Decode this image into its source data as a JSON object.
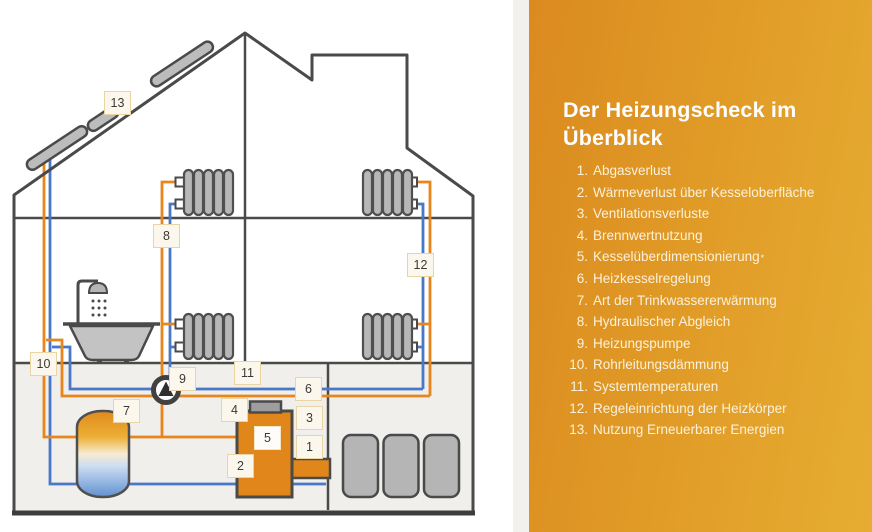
{
  "panel": {
    "title_line1": "Der Heizungscheck im",
    "title_line2": "Überblick",
    "footnote_mark": "*",
    "items": [
      {
        "num": "1.",
        "label": "Abgasverlust"
      },
      {
        "num": "2.",
        "label": "Wärmeverlust über Kesseloberfläche"
      },
      {
        "num": "3.",
        "label": "Ventilationsverluste"
      },
      {
        "num": "4.",
        "label": "Brennwertnutzung"
      },
      {
        "num": "5.",
        "label": "Kesselüberdimensionierung"
      },
      {
        "num": "6.",
        "label": "Heizkesselregelung"
      },
      {
        "num": "7.",
        "label": "Art der Trinkwassererwärmung"
      },
      {
        "num": "8.",
        "label": "Hydraulischer Abgleich"
      },
      {
        "num": "9.",
        "label": "Heizungspumpe"
      },
      {
        "num": "10.",
        "label": "Rohrleitungsdämmung"
      },
      {
        "num": "11.",
        "label": "Systemtemperaturen"
      },
      {
        "num": "12.",
        "label": "Regeleinrichtung der Heizkörper"
      },
      {
        "num": "13.",
        "label": "Nutzung Erneuerbarer Energien"
      }
    ]
  },
  "diagram": {
    "labels": [
      "1",
      "2",
      "3",
      "4",
      "5",
      "6",
      "7",
      "8",
      "9",
      "10",
      "11",
      "12",
      "13"
    ],
    "colors": {
      "hot_pipe": "#e8851c",
      "cold_pipe": "#4a78c8",
      "outline": "#4a4a4a",
      "basement_fill": "#f0efeb",
      "equipment_fill": "#b7b7b7",
      "boiler_fill": "#e0861b",
      "panel_gradient_start": "#db8a1f",
      "panel_gradient_end": "#e6ad32",
      "label_chip_bg": "#fbf7ec",
      "label_chip_border": "#e9d4a4"
    }
  }
}
